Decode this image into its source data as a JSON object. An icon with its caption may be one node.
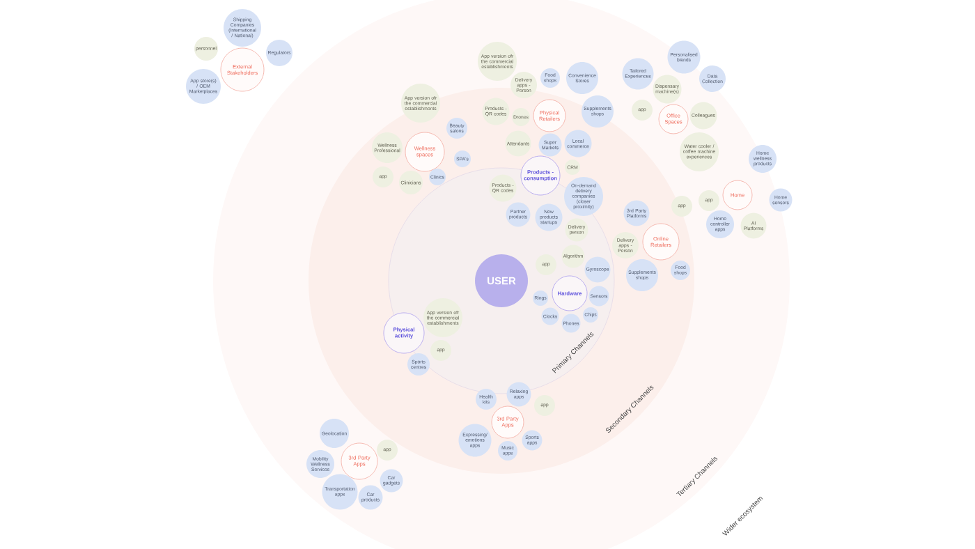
{
  "diagram": {
    "nodes": [
      {
        "text": [
          "Tertiary Channels"
        ]
      },
      {
        "text": [
          "Secondary Channels"
        ],
        "in": 0
      },
      {
        "text": [
          "Primary Channels"
        ],
        "in": 1
      },
      {
        "text": [
          "External Stakeholders"
        ]
      },
      {
        "text": [
          "Shipping Companies (International / National)"
        ]
      },
      {
        "text": [
          "personnel"
        ]
      },
      {
        "text": [
          "Regulators"
        ]
      },
      {
        "text": [
          "App store(s) / OEM Marketplaces"
        ]
      },
      {
        "text": [
          "Wellness spaces"
        ],
        "in": 1
      },
      {
        "text": [
          "App version ofr the commercial establishments"
        ],
        "in": 0
      },
      {
        "text": [
          "Wellness Professional"
        ],
        "in": 1
      },
      {
        "text": [
          "Beauty salons"
        ],
        "in": 1
      },
      {
        "text": [
          "app"
        ],
        "in": 1
      },
      {
        "text": [
          "SPA's"
        ],
        "in": 1
      },
      {
        "text": [
          "Clinicians"
        ],
        "in": 1
      },
      {
        "text": [
          "Clinics"
        ],
        "in": 1
      },
      {
        "text": [
          "Physical Retailers"
        ],
        "in": 1
      },
      {
        "text": [
          "App version ofr the commercial establishments"
        ],
        "in": 0
      },
      {
        "text": [
          "Food shops"
        ],
        "in": 0
      },
      {
        "text": [
          "Convenience Stores"
        ],
        "in": 0
      },
      {
        "text": [
          "Delivery apps - Person"
        ],
        "in": 0
      },
      {
        "text": [
          "Products - QR codes"
        ],
        "in": 1
      },
      {
        "text": [
          "Drones"
        ],
        "in": 1
      },
      {
        "text": [
          "Supplements shops"
        ],
        "in": 0
      },
      {
        "text": [
          "Attendants"
        ],
        "in": 1
      },
      {
        "text": [
          "Local commerce"
        ],
        "in": 1
      },
      {
        "text": [
          "Super Markets"
        ],
        "in": 1
      },
      {
        "text": [
          "Office Spaces"
        ],
        "in": 0
      },
      {
        "text": [
          "Personalised blends"
        ]
      },
      {
        "text": [
          "Tailored Experiences"
        ],
        "in": 0
      },
      {
        "text": [
          "Dispensary machine(s)"
        ],
        "in": 0
      },
      {
        "text": [
          "Data Collection"
        ]
      },
      {
        "text": [
          "app"
        ],
        "in": 0
      },
      {
        "text": [
          "Colleagues"
        ],
        "in": 0
      },
      {
        "text": [
          "Water cooler / coffee machine experiences"
        ],
        "in": 0
      },
      {
        "text": [
          "Products - consumption"
        ],
        "in": 1
      },
      {
        "text": [
          "CRM"
        ],
        "in": 1
      },
      {
        "text": [
          "Products - QR codes"
        ],
        "in": 2
      },
      {
        "text": [
          "On-demand delivery companies (closer proximity)"
        ],
        "in": 1
      },
      {
        "text": [
          "Partner products"
        ],
        "in": 2
      },
      {
        "text": [
          "New products startups"
        ],
        "in": 2
      },
      {
        "text": [
          "Delivery person"
        ],
        "in": 2
      },
      {
        "text": [
          "Home"
        ],
        "in": 0
      },
      {
        "text": [
          "Home wellness products"
        ]
      },
      {
        "text": [
          "app"
        ],
        "in": 0
      },
      {
        "text": [
          "Home sensors"
        ]
      },
      {
        "text": [
          "Home controller apps"
        ],
        "in": 0
      },
      {
        "text": [
          "AI Platforms"
        ],
        "in": 0
      },
      {
        "text": [
          "Online Retailers"
        ],
        "in": 1
      },
      {
        "text": [
          "3rd Party Platforms"
        ],
        "in": 1
      },
      {
        "text": [
          "app"
        ],
        "in": 0
      },
      {
        "text": [
          "Delivery apps - Person"
        ],
        "in": 1
      },
      {
        "text": [
          "Supplements shops"
        ],
        "in": 1
      },
      {
        "text": [
          "Food shops"
        ],
        "in": 1
      },
      {
        "text": [
          "USER"
        ],
        "in": 2
      },
      {
        "text": [
          "Hardware"
        ],
        "in": 2
      },
      {
        "text": [
          "app"
        ],
        "in": 2
      },
      {
        "text": [
          "Algorithm"
        ],
        "in": 2
      },
      {
        "text": [
          "Gyroscope"
        ],
        "in": 2
      },
      {
        "text": [
          "Rings"
        ],
        "in": 2
      },
      {
        "text": [
          "Sensors"
        ],
        "in": 2
      },
      {
        "text": [
          "Clocks"
        ],
        "in": 2
      },
      {
        "text": [
          "Chips"
        ],
        "in": 2
      },
      {
        "text": [
          "Phones"
        ],
        "in": 2
      },
      {
        "text": [
          "Physical activity"
        ],
        "in": 1
      },
      {
        "text": [
          "App version ofr the commercial establishments"
        ],
        "in": 2
      },
      {
        "text": [
          "app"
        ],
        "in": 2
      },
      {
        "text": [
          "Sports centres"
        ],
        "in": 1
      },
      {
        "text": [
          "3rd Party Apps"
        ],
        "in": 1
      },
      {
        "text": [
          "Health kits"
        ],
        "in": 1
      },
      {
        "text": [
          "Relaxing apps"
        ],
        "in": 1
      },
      {
        "text": [
          "app"
        ],
        "in": 1
      },
      {
        "text": [
          "Expressing/ emotions apps"
        ],
        "in": 1
      },
      {
        "text": [
          "Sports apps"
        ],
        "in": 1
      },
      {
        "text": [
          "Music apps"
        ],
        "in": 1
      },
      {
        "text": [
          "3rd Party Apps"
        ],
        "in": 0
      },
      {
        "text": [
          "Geolocation"
        ],
        "in": 0
      },
      {
        "text": [
          "app"
        ],
        "in": 0
      },
      {
        "text": [
          "Mobility Wellness Services"
        ],
        "in": 0
      },
      {
        "text": [
          "Car gadgets"
        ],
        "in": 0
      },
      {
        "text": [
          "Transportation apps"
        ],
        "in": 0
      },
      {
        "text": [
          "Car products"
        ],
        "in": 0
      }
    ],
    "labels": [
      "Wider ecosystem"
    ]
  }
}
